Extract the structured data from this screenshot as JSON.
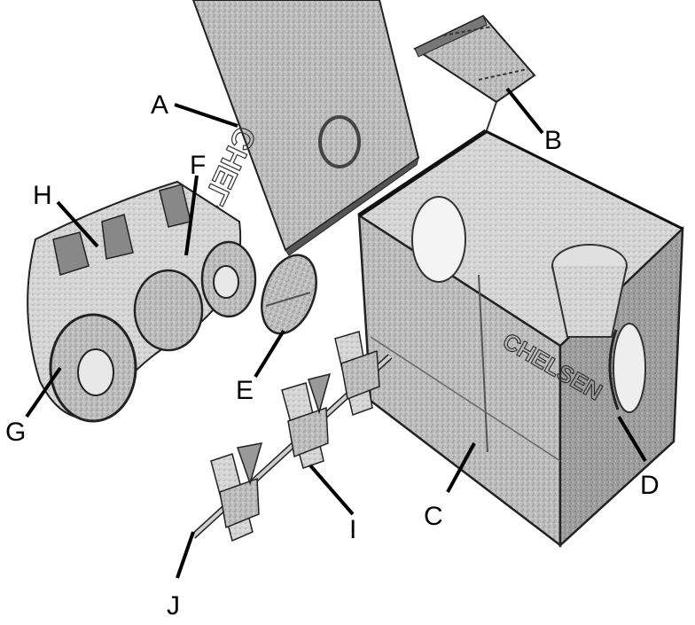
{
  "figure": {
    "brand_text": "CHELSEN",
    "lid_text": "CHELSEN",
    "labels": {
      "A": "A",
      "B": "B",
      "C": "C",
      "D": "D",
      "E": "E",
      "F": "F",
      "G": "G",
      "H": "H",
      "I": "I",
      "J": "J"
    }
  }
}
